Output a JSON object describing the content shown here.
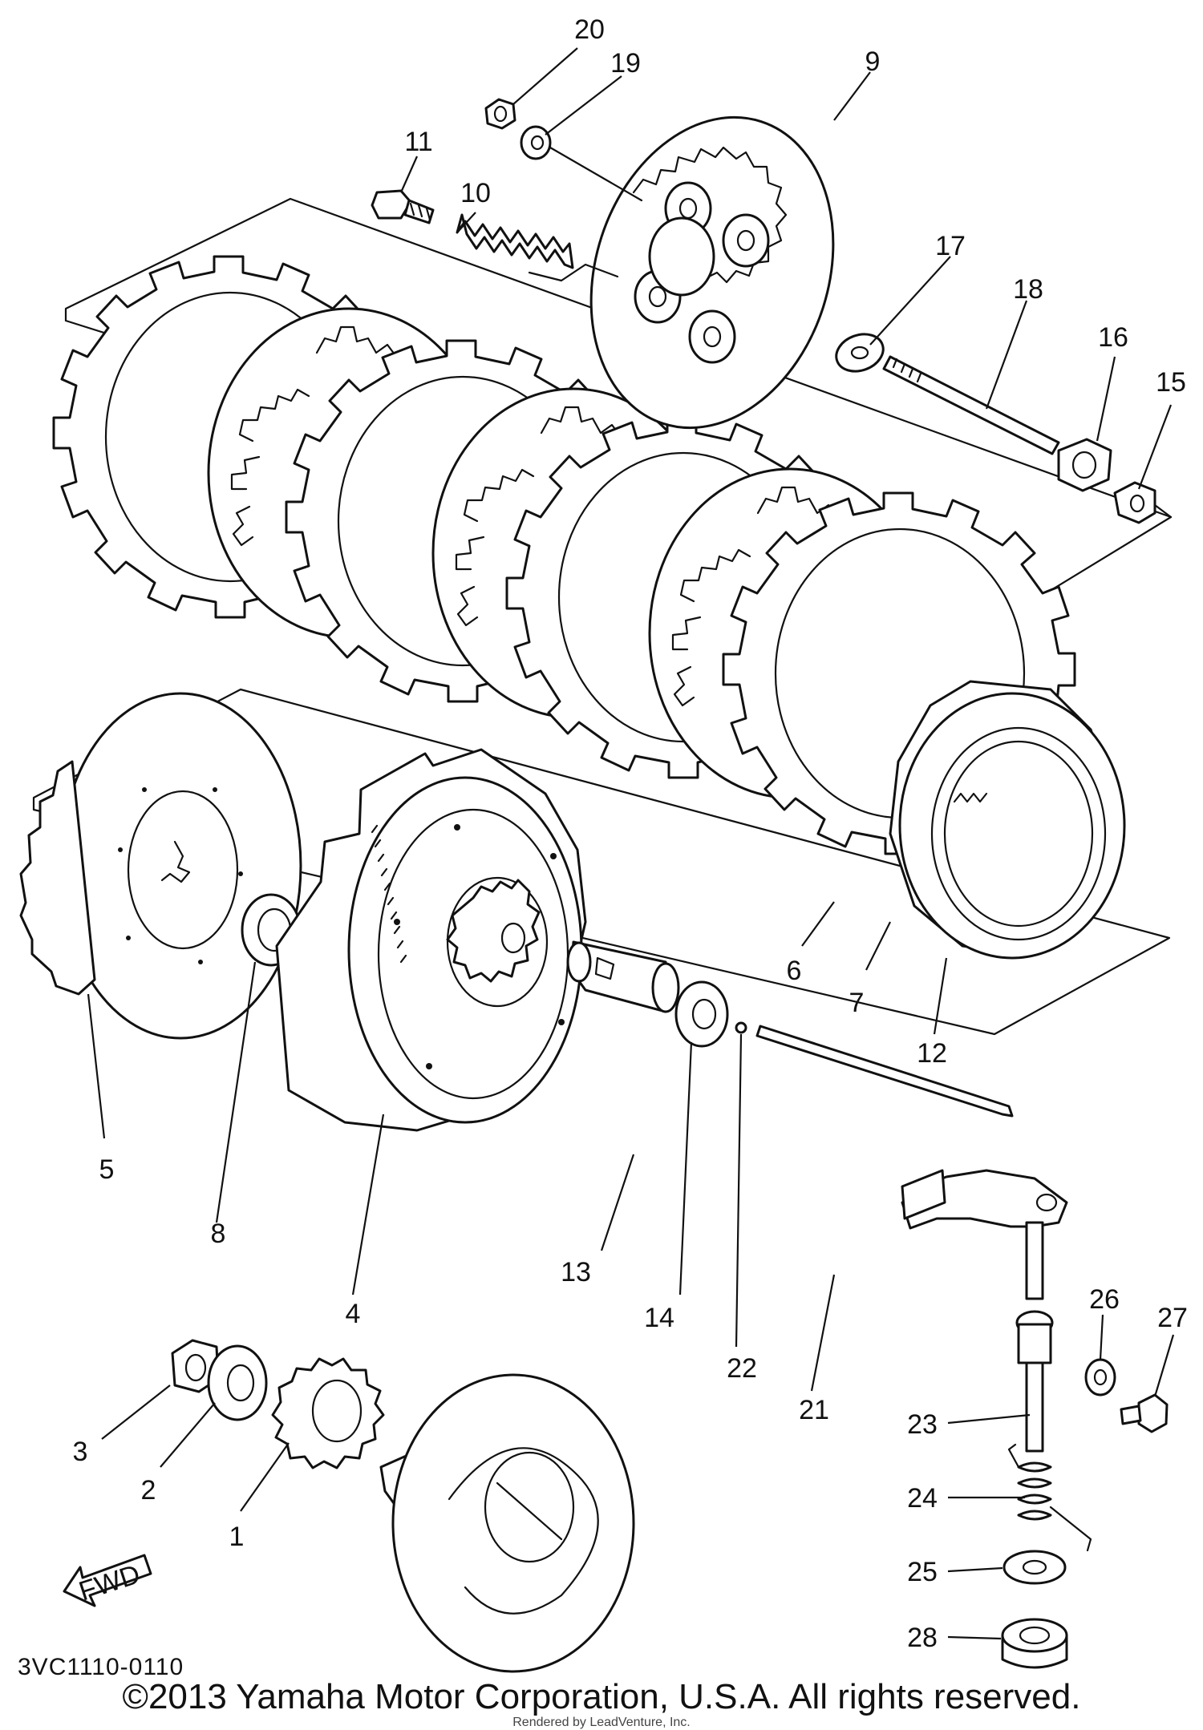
{
  "diagram": {
    "code": "3VC1110-0110",
    "direction_label": "FWD",
    "copyright": "©2013 Yamaha Motor Corporation, U.S.A. All rights reserved.",
    "rendered_by": "Rendered by LeadVenture, Inc.",
    "callouts": [
      {
        "id": "1",
        "label": "1"
      },
      {
        "id": "2",
        "label": "2"
      },
      {
        "id": "3",
        "label": "3"
      },
      {
        "id": "4",
        "label": "4"
      },
      {
        "id": "5",
        "label": "5"
      },
      {
        "id": "6",
        "label": "6"
      },
      {
        "id": "7",
        "label": "7"
      },
      {
        "id": "8",
        "label": "8"
      },
      {
        "id": "9",
        "label": "9"
      },
      {
        "id": "10",
        "label": "10"
      },
      {
        "id": "11",
        "label": "11"
      },
      {
        "id": "12",
        "label": "12"
      },
      {
        "id": "13",
        "label": "13"
      },
      {
        "id": "14",
        "label": "14"
      },
      {
        "id": "15",
        "label": "15"
      },
      {
        "id": "16",
        "label": "16"
      },
      {
        "id": "17",
        "label": "17"
      },
      {
        "id": "18",
        "label": "18"
      },
      {
        "id": "19",
        "label": "19"
      },
      {
        "id": "20",
        "label": "20"
      },
      {
        "id": "21",
        "label": "21"
      },
      {
        "id": "22",
        "label": "22"
      },
      {
        "id": "23",
        "label": "23"
      },
      {
        "id": "24",
        "label": "24"
      },
      {
        "id": "25",
        "label": "25"
      },
      {
        "id": "26",
        "label": "26"
      },
      {
        "id": "27",
        "label": "27"
      },
      {
        "id": "28",
        "label": "28"
      }
    ]
  }
}
